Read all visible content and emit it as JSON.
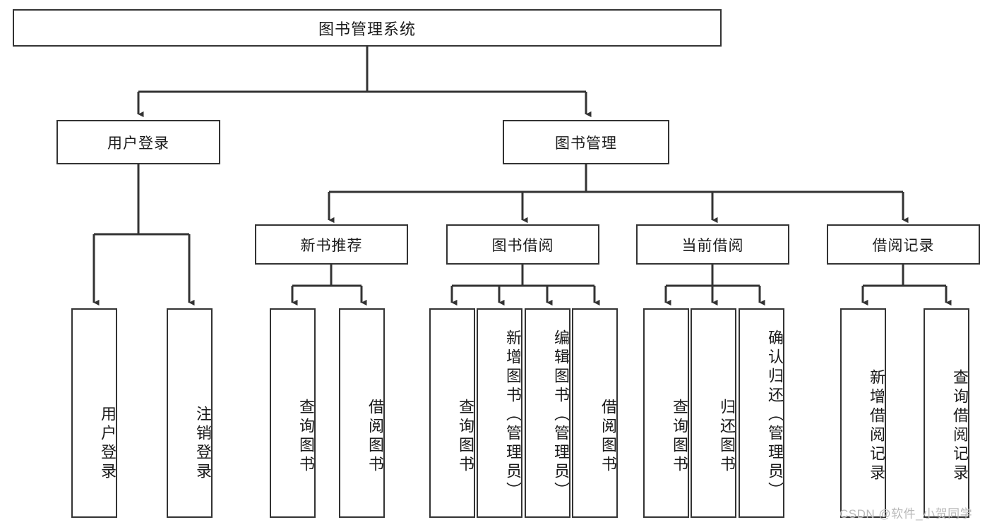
{
  "diagram": {
    "type": "hierarchy-tree",
    "title": "图书管理系统",
    "watermark": "CSDN @软件_小贺同学",
    "colors": {
      "box_border": "#333333",
      "box_fill": "#ffffff",
      "edge": "#333333",
      "text": "#1a1a1a",
      "watermark": "#b9b9b9"
    },
    "levels": {
      "root": {
        "label": "图书管理系统"
      },
      "level2": [
        {
          "label": "用户登录"
        },
        {
          "label": "图书管理"
        }
      ],
      "level3": [
        {
          "label": "新书推荐"
        },
        {
          "label": "图书借阅"
        },
        {
          "label": "当前借阅"
        },
        {
          "label": "借阅记录"
        }
      ],
      "leaves": [
        {
          "label": "用户登录",
          "parent": "用户登录"
        },
        {
          "label": "注销登录",
          "parent": "用户登录"
        },
        {
          "label": "查询图书",
          "parent": "新书推荐"
        },
        {
          "label": "借阅图书",
          "parent": "新书推荐"
        },
        {
          "label": "查询图书",
          "parent": "图书借阅"
        },
        {
          "label": "新增图书（管理员）",
          "parent": "图书借阅"
        },
        {
          "label": "编辑图书（管理员）",
          "parent": "图书借阅"
        },
        {
          "label": "借阅图书",
          "parent": "图书借阅"
        },
        {
          "label": "查询图书",
          "parent": "当前借阅"
        },
        {
          "label": "归还图书",
          "parent": "当前借阅"
        },
        {
          "label": "确认归还（管理员）",
          "parent": "当前借阅"
        },
        {
          "label": "新增借阅记录",
          "parent": "借阅记录"
        },
        {
          "label": "查询借阅记录",
          "parent": "借阅记录"
        }
      ]
    }
  }
}
